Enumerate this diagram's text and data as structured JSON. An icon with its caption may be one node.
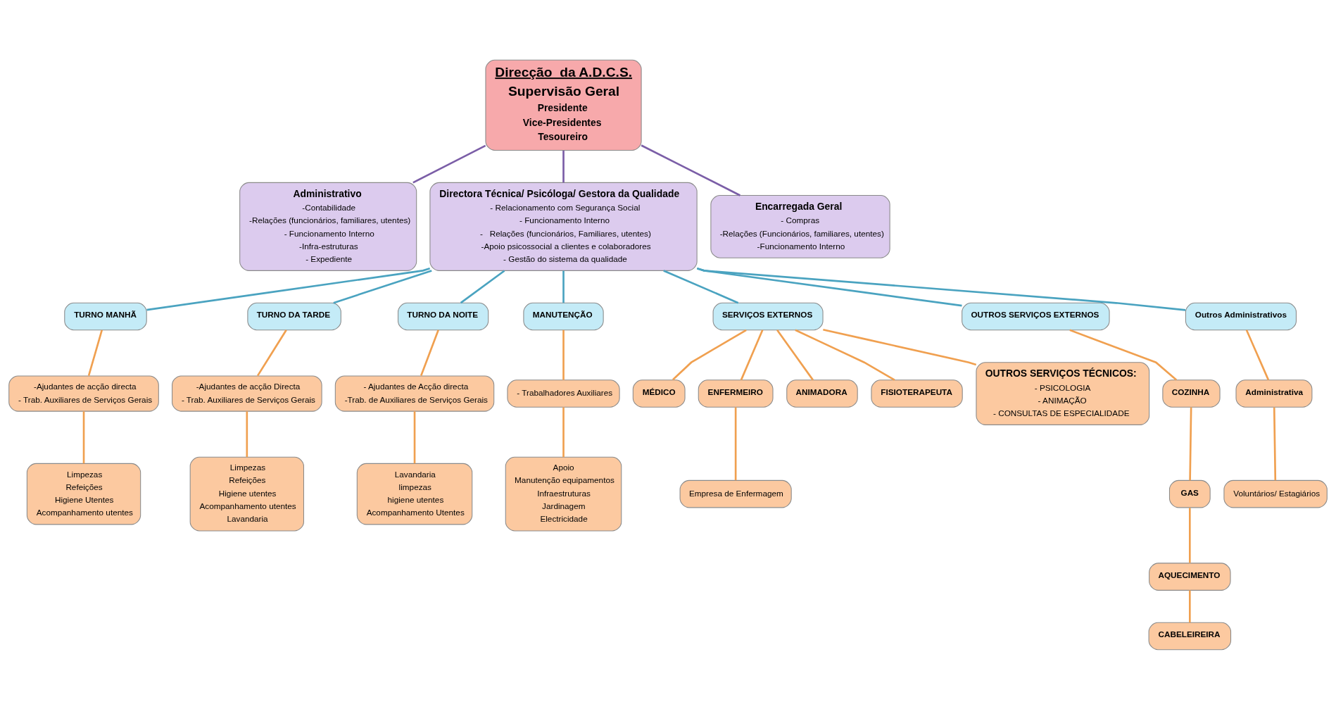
{
  "diagram": {
    "nodes": [
      {
        "text": [
          "Direcção  da A.D.C.S.",
          "Supervisão Geral",
          "Presidente",
          "Vice-Presidentes",
          "Tesoureiro"
        ]
      },
      {
        "text": [
          "Administrativo",
          "-Contabilidade",
          "-Relações (funcionários, familiares, utentes)",
          "- Funcionamento Interno",
          "-Infra-estruturas",
          "- Expediente"
        ]
      },
      {
        "text": [
          "Directora Técnica/ Psicóloga/ Gestora da Qualidade",
          "- Relacionamento com Segurança Social",
          "- Funcionamento Interno",
          "-   Relações (funcionários, Familiares, utentes)",
          "-Apoio psicossocial a clientes e colaboradores",
          "- Gestão do sistema da qualidade"
        ]
      },
      {
        "text": [
          "Encarregada Geral",
          "- Compras",
          "-Relações (Funcionários, familiares, utentes)",
          "-Funcionamento Interno"
        ]
      },
      {
        "text": [
          "TURNO MANHÃ"
        ]
      },
      {
        "text": [
          "TURNO DA TARDE"
        ]
      },
      {
        "text": [
          "TURNO DA NOITE"
        ]
      },
      {
        "text": [
          "MANUTENÇÃO"
        ]
      },
      {
        "text": [
          "SERVIÇOS EXTERNOS"
        ]
      },
      {
        "text": [
          "OUTROS SERVIÇOS EXTERNOS"
        ]
      },
      {
        "text": [
          "Outros Administrativos"
        ]
      },
      {
        "text": [
          "-Ajudantes de acção directa",
          "- Trab. Auxiliares de Serviços Gerais"
        ]
      },
      {
        "text": [
          "Limpezas",
          "Refeições",
          "Higiene Utentes",
          "Acompanhamento utentes"
        ]
      },
      {
        "text": [
          "-Ajudantes de acção Directa",
          "- Trab. Auxiliares de Serviços Gerais"
        ]
      },
      {
        "text": [
          "Limpezas",
          "Refeições",
          "Higiene utentes",
          "Acompanhamento utentes",
          "Lavandaria"
        ]
      },
      {
        "text": [
          "- Ajudantes de Acção directa",
          "-Trab. de Auxiliares de Serviços Gerais"
        ]
      },
      {
        "text": [
          "Lavandaria",
          "limpezas",
          "higiene utentes",
          "Acompanhamento Utentes"
        ]
      },
      {
        "text": [
          "- Trabalhadores Auxiliares"
        ]
      },
      {
        "text": [
          "Apoio",
          "Manutenção equipamentos",
          "Infraestruturas",
          "Jardinagem",
          "Electricidade"
        ]
      },
      {
        "text": [
          "MÉDICO"
        ]
      },
      {
        "text": [
          "ENFERMEIRO"
        ]
      },
      {
        "text": [
          "ANIMADORA"
        ]
      },
      {
        "text": [
          "FISIOTERAPEUTA"
        ]
      },
      {
        "text": [
          "OUTROS SERVIÇOS TÉCNICOS:",
          "- PSICOLOGIA",
          "- ANIMAÇÃO",
          "- CONSULTAS DE ESPECIALIDADE"
        ]
      },
      {
        "text": [
          "Empresa de Enfermagem"
        ]
      },
      {
        "text": [
          "COZINHA"
        ]
      },
      {
        "text": [
          "GAS"
        ]
      },
      {
        "text": [
          "AQUECIMENTO"
        ]
      },
      {
        "text": [
          "CABELEIREIRA"
        ]
      },
      {
        "text": [
          "Administrativa"
        ]
      },
      {
        "text": [
          "Voluntários/ Estagiários"
        ]
      }
    ],
    "edges": [
      {
        "from": 0,
        "to": 1,
        "arrow": "none",
        "color": "#7b5ea7"
      },
      {
        "from": 0,
        "to": 2,
        "arrow": "none",
        "color": "#7b5ea7"
      },
      {
        "from": 0,
        "to": 3,
        "arrow": "none",
        "color": "#7b5ea7"
      },
      {
        "from": 2,
        "to": 4,
        "arrow": "none",
        "color": "#4aa3c0"
      },
      {
        "from": 2,
        "to": 5,
        "arrow": "none",
        "color": "#4aa3c0"
      },
      {
        "from": 2,
        "to": 6,
        "arrow": "none",
        "color": "#4aa3c0"
      },
      {
        "from": 2,
        "to": 7,
        "arrow": "none",
        "color": "#4aa3c0"
      },
      {
        "from": 2,
        "to": 8,
        "arrow": "none",
        "color": "#4aa3c0"
      },
      {
        "from": 2,
        "to": 9,
        "arrow": "none",
        "color": "#4aa3c0"
      },
      {
        "from": 2,
        "to": 10,
        "arrow": "none",
        "color": "#4aa3c0"
      },
      {
        "from": 4,
        "to": 11,
        "arrow": "none"
      },
      {
        "from": 11,
        "to": 12,
        "arrow": "none"
      },
      {
        "from": 5,
        "to": 13,
        "arrow": "none"
      },
      {
        "from": 13,
        "to": 14,
        "arrow": "none"
      },
      {
        "from": 6,
        "to": 15,
        "arrow": "none"
      },
      {
        "from": 15,
        "to": 16,
        "arrow": "none"
      },
      {
        "from": 7,
        "to": 17,
        "arrow": "none"
      },
      {
        "from": 17,
        "to": 18,
        "arrow": "none"
      },
      {
        "from": 8,
        "to": 19,
        "arrow": "none"
      },
      {
        "from": 8,
        "to": 20,
        "arrow": "none"
      },
      {
        "from": 8,
        "to": 21,
        "arrow": "none"
      },
      {
        "from": 8,
        "to": 22,
        "arrow": "none"
      },
      {
        "from": 8,
        "to": 23,
        "arrow": "none"
      },
      {
        "from": 20,
        "to": 24,
        "arrow": "none"
      },
      {
        "from": 9,
        "to": 25,
        "arrow": "none"
      },
      {
        "from": 25,
        "to": 26,
        "arrow": "none"
      },
      {
        "from": 26,
        "to": 27,
        "arrow": "none"
      },
      {
        "from": 27,
        "to": 28,
        "arrow": "none"
      },
      {
        "from": 10,
        "to": 29,
        "arrow": "none"
      },
      {
        "from": 29,
        "to": 30,
        "arrow": "none"
      }
    ]
  }
}
